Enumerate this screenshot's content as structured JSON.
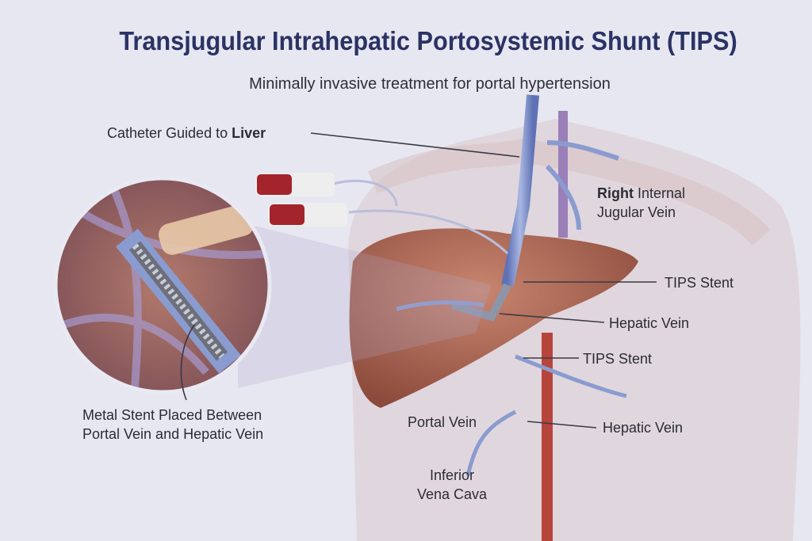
{
  "title": "Transjugular Intrahepatic Portosystemic Shunt (TIPS)",
  "subtitle": "Minimally invasive treatment for portal hypertension",
  "labels": {
    "catheter_prefix": "Catheter Guided to ",
    "catheter_bold": "Liver",
    "rijv_bold": "Right",
    "rijv_rest": " Internal",
    "rijv_line2": "Jugular Vein",
    "tips_stent_1": "TIPS Stent",
    "hepatic_vein_1": "Hepatic Vein",
    "tips_stent_2": "TIPS Stent",
    "hepatic_vein_2": "Hepatic Vein",
    "portal_vein": "Portal Vein",
    "ivc_line1": "Inferior",
    "ivc_line2": "Vena Cava",
    "metal_stent_line1": "Metal Stent Placed Between",
    "metal_stent_line2": "Portal Vein and Hepatic Vein"
  },
  "colors": {
    "title": "#2a3363",
    "vein": "#7d8fc8",
    "artery": "#b8453c",
    "liver": "#a5624f",
    "background": "#e7e7f2"
  }
}
